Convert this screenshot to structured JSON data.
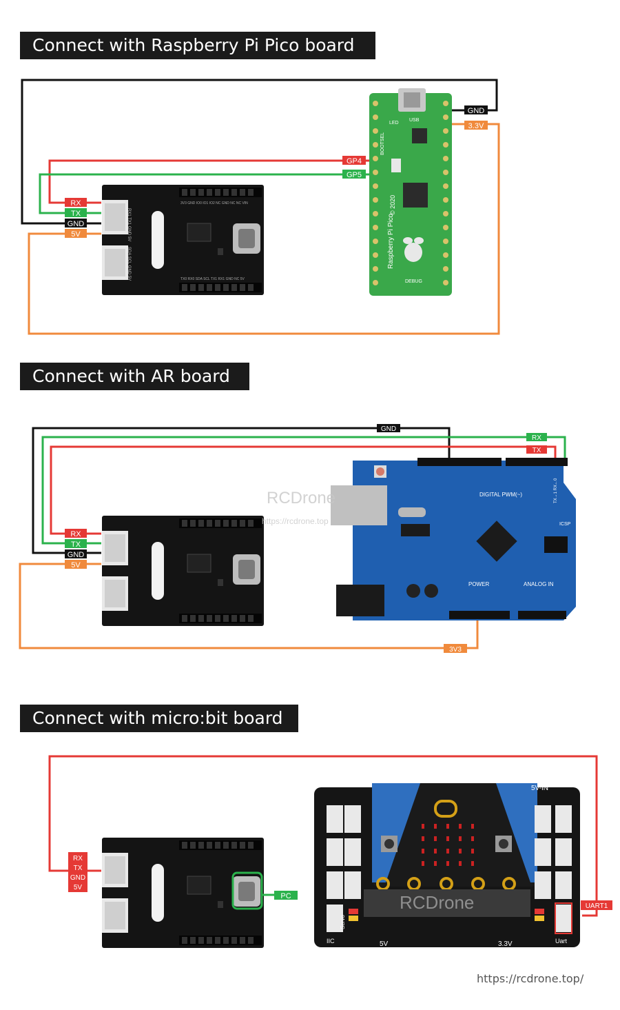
{
  "sections": [
    {
      "title": "Connect with Raspberry Pi Pico board",
      "module_labels": {
        "rx": "RX",
        "tx": "TX",
        "gnd": "GND",
        "v5": "5V"
      },
      "board_labels": {
        "gp4": "GP4",
        "gp5": "GP5",
        "gnd": "GND",
        "v33": "3.3V"
      },
      "pico_silk": {
        "name": "Raspberry Pi Pico",
        "year": "© 2020",
        "bootsel": "BOOTSEL",
        "led": "LED",
        "usb": "USB",
        "debug": "DEBUG"
      }
    },
    {
      "title": "Connect with AR board",
      "module_labels": {
        "rx": "RX",
        "tx": "TX",
        "gnd": "GND",
        "v5": "5V"
      },
      "board_labels": {
        "gnd": "GND",
        "rx": "RX",
        "tx": "TX",
        "v33": "3V3"
      },
      "watermark": {
        "brand": "RCDrone",
        "url": "https://rcdrone.top"
      },
      "ar_silk": {
        "digital": "DIGITAL PWM(~)",
        "power": "POWER",
        "analog": "ANALOG IN",
        "icsp": "ICSP",
        "txrx": "TX→1  RX←0"
      }
    },
    {
      "title": "Connect with micro:bit board",
      "module_labels": {
        "rx": "RX",
        "tx": "TX",
        "gnd": "GND",
        "v5": "5V"
      },
      "board_labels": {
        "pc": "PC",
        "uart": "UART1"
      },
      "mb_silk": {
        "v5in": "5V-IN",
        "servo": "Servo",
        "iic": "IIC",
        "uart": "Uart",
        "v5": "5V",
        "v33": "3.3V",
        "brand": "RCDrone"
      }
    }
  ],
  "module_silk": {
    "top_pins": "3V3 GND IO0 IO1 IO2 NC GND NC NC VIN",
    "bottom_pins": "TX0 RX0 SDA SCL TX1 RX1 GND NC 5V",
    "side_top": "RX1 TX1 GND 5V",
    "side_bottom": "SDA SCL GND 5V"
  },
  "footer_url": "https://rcdrone.top/",
  "colors": {
    "red": "#e53935",
    "green": "#2bb24c",
    "orange": "#f08a3c",
    "black": "#111111",
    "pico": "#3aa84a",
    "ar": "#1f5fb0",
    "module": "#141414"
  }
}
